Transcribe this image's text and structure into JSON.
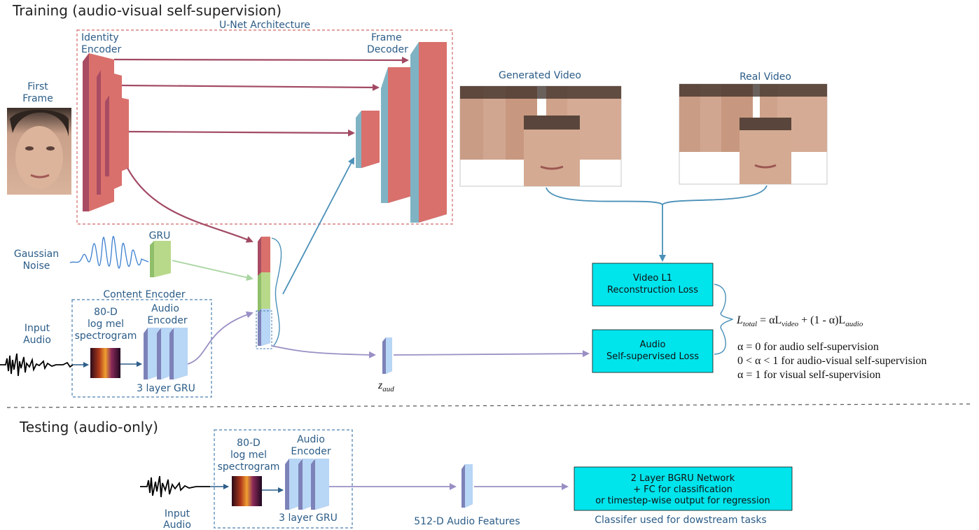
{
  "training": {
    "title": "Training (audio-visual self-supervision)",
    "unet_label": "U-Net Architecture",
    "identity_encoder": [
      "Identity",
      "Encoder"
    ],
    "frame_decoder": [
      "Frame",
      "Decoder"
    ],
    "first_frame": [
      "First",
      "Frame"
    ],
    "generated_video": "Generated Video",
    "real_video": "Real Video",
    "gru": "GRU",
    "gaussian_noise": [
      "Gaussian",
      "Noise"
    ],
    "content_encoder": "Content Encoder",
    "input_audio": [
      "Input",
      "Audio"
    ],
    "spectrogram": [
      "80-D",
      "log mel",
      "spectrogram"
    ],
    "audio_encoder": [
      "Audio",
      "Encoder"
    ],
    "three_layer_gru": "3 layer GRU",
    "z_aud": "z",
    "z_aud_sub": "aud",
    "video_loss": [
      "Video L1",
      "Reconstruction Loss"
    ],
    "audio_loss": [
      "Audio",
      "Self-supervised Loss"
    ],
    "eq_lhs": "L",
    "eq_lhs_sub": "total",
    "eq_rhs_1": " = αL",
    "eq_rhs_1_sub": "video",
    "eq_rhs_2": " + (1 - α)L",
    "eq_rhs_2_sub": "audio",
    "alpha_notes": [
      "α = 0 for audio self-supervision",
      "0 < α < 1 for audio-visual self-supervision",
      "α = 1 for visual self-supervision"
    ]
  },
  "testing": {
    "title": "Testing (audio-only)",
    "input_audio": [
      "Input",
      "Audio"
    ],
    "spectrogram": [
      "80-D",
      "log mel",
      "spectrogram"
    ],
    "audio_encoder": [
      "Audio",
      "Encoder"
    ],
    "three_layer_gru": "3 layer GRU",
    "features": "512-D Audio Features",
    "classifier_box": [
      "2 Layer BGRU Network",
      "+ FC for classification",
      "or timestep-wise output for regression"
    ],
    "classifier_caption": "Classifer used for dowstream tasks"
  },
  "colors": {
    "unet_block": "#d9706c",
    "unet_block_side": "#a84c63",
    "decoder_side": "#7fb3c4",
    "gru_block": "#b9d98a",
    "audio_block": "#b8d6f5",
    "audio_block_side": "#7d82b8",
    "loss_box": "#00e4ec",
    "arrow_red": "#a24a64",
    "arrow_blue": "#4a90b8",
    "arrow_purple": "#9a8fc4",
    "arrow_green": "#a8d5a0",
    "dashed_red": "#d98080",
    "dashed_blue": "#4a7fb0"
  }
}
